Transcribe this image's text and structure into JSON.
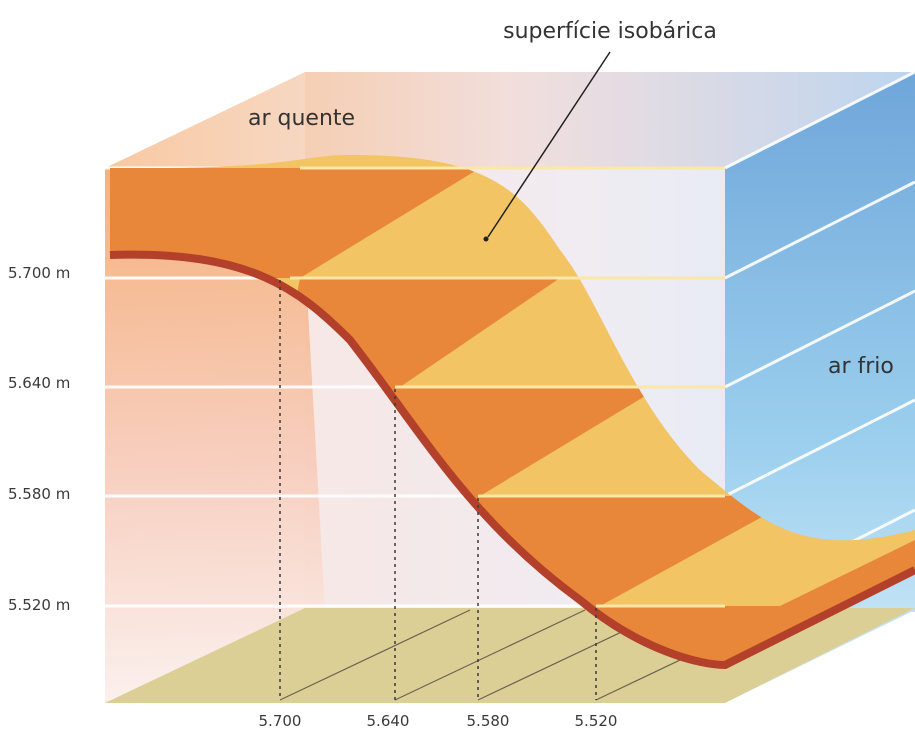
{
  "title": "superfície isobárica",
  "regions": {
    "warm": "ar quente",
    "cold": "ar frio"
  },
  "height_levels": [
    "5.700 m",
    "5.640 m",
    "5.580 m",
    "5.520 m"
  ],
  "contour_labels": [
    "5.700",
    "5.640",
    "5.580",
    "5.520"
  ],
  "colors": {
    "warm_air": "#f3a86a",
    "cold_air": "#6fb6e3",
    "surface_dark_band": "#e8863a",
    "surface_light_band": "#f2c463",
    "surface_edge": "#b3402b",
    "ground": "#dccf95",
    "level_line": "#fbe7a6"
  }
}
